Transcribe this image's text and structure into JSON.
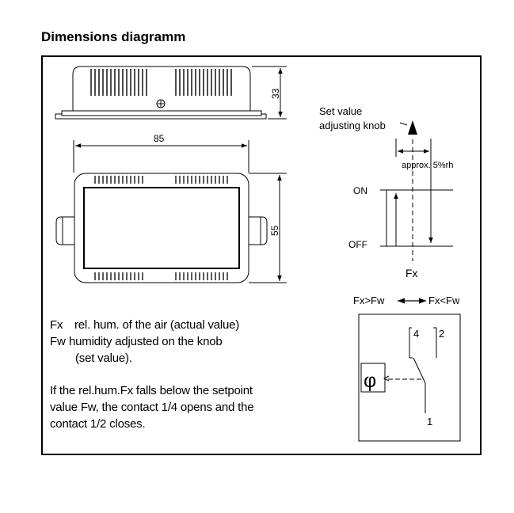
{
  "title": "Dimensions diagramm",
  "dimensions": {
    "height": "33",
    "width": "85",
    "depth": "55"
  },
  "knob": {
    "label_line1": "Set value",
    "label_line2": "adjusting knob",
    "approx": "approx. 5%rh",
    "on": "ON",
    "off": "OFF",
    "fx": "Fx"
  },
  "switch": {
    "left_label": "Fx>Fw",
    "right_label": "Fx<Fw",
    "phi_symbol": "φ",
    "terminal_4": "4",
    "terminal_2": "2",
    "terminal_1": "1"
  },
  "legend": {
    "fx_code": "Fx",
    "fx_text": "rel. hum. of the air (actual value)",
    "fw_code": "Fw",
    "fw_text": "humidity adjusted on the knob",
    "fw_text2": "(set value).",
    "note_line1": "If the rel.hum.Fx falls below the setpoint",
    "note_line2": "value Fw, the contact 1/4 opens and the",
    "note_line3": "contact 1/2 closes."
  }
}
